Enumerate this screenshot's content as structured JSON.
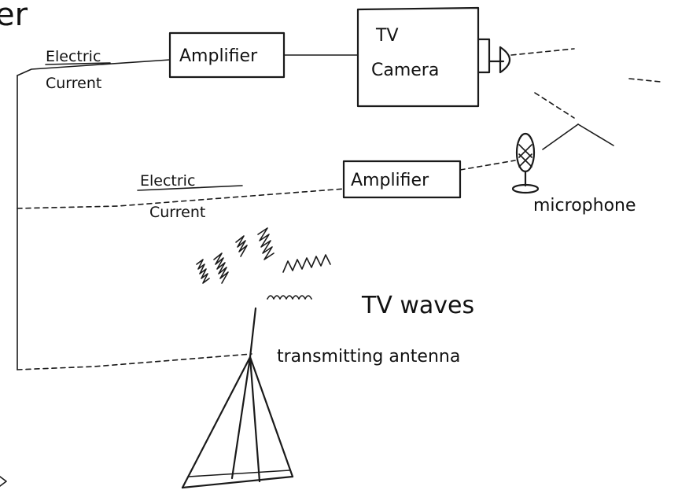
{
  "title_fragment": "er",
  "labels": {
    "electric_current_top_1": "Electric",
    "electric_current_top_2": "Current",
    "amplifier_top": "Amplifier",
    "tv_camera_1": "TV",
    "tv_camera_2": "Camera",
    "electric_current_mid_1": "Electric",
    "electric_current_mid_2": "Current",
    "amplifier_mid": "Amplifier",
    "microphone": "microphone",
    "tv_waves": "TV waves",
    "transmitting_antenna": "transmitting antenna"
  },
  "colors": {
    "ink": "#1a1a1a",
    "paper": "#ffffff"
  },
  "icons": [
    "camera-lens-icon",
    "microphone-icon",
    "wave-squiggle-icon",
    "antenna-tower-icon"
  ]
}
